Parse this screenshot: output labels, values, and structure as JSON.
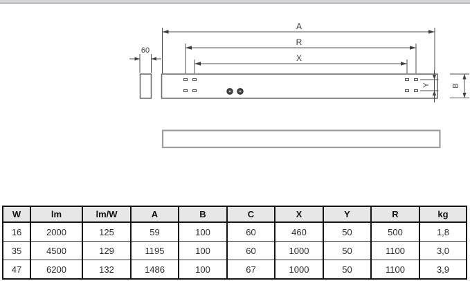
{
  "drawing": {
    "labels": {
      "dim_a": "A",
      "dim_r": "R",
      "dim_x": "X",
      "dim_60": "60",
      "dim_y": "Y",
      "dim_b": "B"
    }
  },
  "table": {
    "headers": [
      "W",
      "lm",
      "lm/W",
      "A",
      "B",
      "C",
      "X",
      "Y",
      "R",
      "kg"
    ],
    "rows": [
      [
        "16",
        "2000",
        "125",
        "59",
        "100",
        "60",
        "460",
        "50",
        "500",
        "1,8"
      ],
      [
        "35",
        "4500",
        "129",
        "1195",
        "100",
        "60",
        "1000",
        "50",
        "1100",
        "3,0"
      ],
      [
        "47",
        "6200",
        "132",
        "1486",
        "100",
        "67",
        "1000",
        "50",
        "1100",
        "3,9"
      ]
    ]
  },
  "colors": {
    "top_bar": "#c9c9cd",
    "drawing_line": "#4c4c4c",
    "body_line": "#6f6f6f",
    "profile_border": "#9d9d9d",
    "table_border": "#141414",
    "table_header_bg": "#e7e7e7",
    "background": "#ffffff"
  }
}
